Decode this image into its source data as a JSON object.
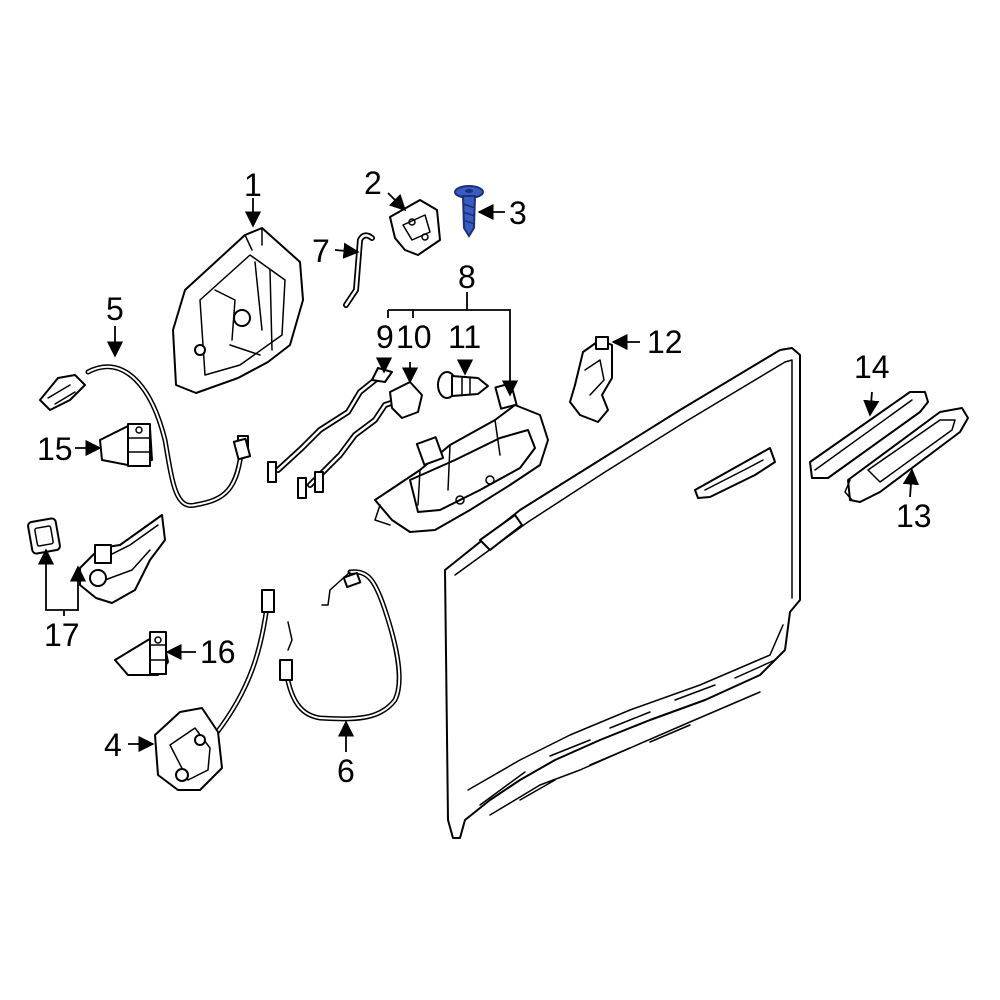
{
  "labels": {
    "l1": "1",
    "l2": "2",
    "l3": "3",
    "l4": "4",
    "l5": "5",
    "l6": "6",
    "l7": "7",
    "l8": "8",
    "l9": "9",
    "l10": "10",
    "l11": "11",
    "l12": "12",
    "l13": "13",
    "l14": "14",
    "l15": "15",
    "l16": "16",
    "l17": "17"
  },
  "colors": {
    "line": "#000000",
    "background": "#ffffff",
    "highlight_fill": "#3a5bbf",
    "highlight_stroke": "#1c2f7a"
  },
  "highlighted_part": "3"
}
